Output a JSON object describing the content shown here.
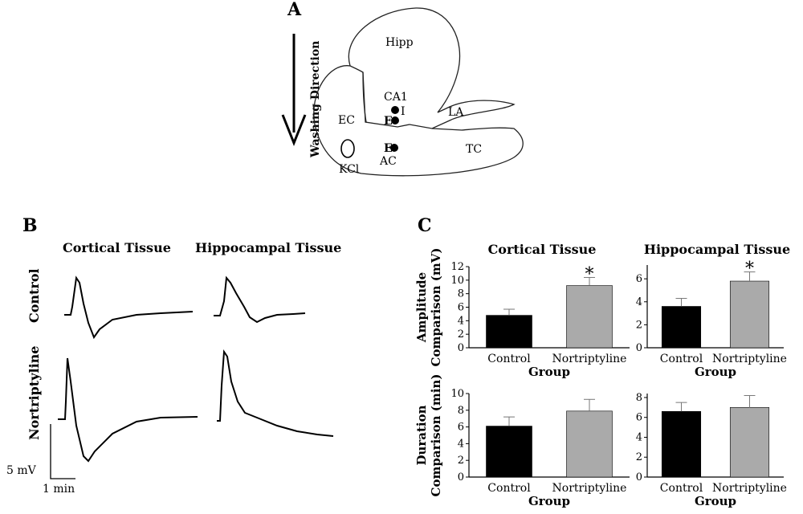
{
  "panel_a": {
    "letter": "A",
    "arrow_label": "Washing Direction",
    "labels": {
      "hipp": "Hipp",
      "ca1": "CA1",
      "i": "I",
      "e_upper": "E",
      "ec": "EC",
      "la": "LA",
      "e_lower": "E",
      "tc": "TC",
      "kcl": "KCl",
      "ac": "AC"
    }
  },
  "panel_b": {
    "letter": "B",
    "col_cortical": "Cortical Tissue",
    "col_hippocampal": "Hippocampal Tissue",
    "row_control": "Control",
    "row_nortriptyline": "Nortriptyline",
    "scale_voltage": "5 mV",
    "scale_time": "1 min"
  },
  "panel_c": {
    "letter": "C"
  },
  "chart_data": [
    {
      "type": "bar",
      "title": "Cortical Tissue",
      "xlabel": "Group",
      "ylabel": "Amplitude Comparison (mV)",
      "categories": [
        "Control",
        "Nortriptyline"
      ],
      "values": [
        4.8,
        9.2
      ],
      "errors": [
        0.9,
        1.2
      ],
      "significance": [
        "",
        "*"
      ],
      "colors": [
        "#000000",
        "#aaaaaa"
      ],
      "ylim": [
        0,
        12
      ],
      "yticks": [
        0,
        2,
        4,
        6,
        8,
        10,
        12
      ]
    },
    {
      "type": "bar",
      "title": "Hippocampal Tissue",
      "xlabel": "Group",
      "ylabel": "",
      "categories": [
        "Control",
        "Nortriptyline"
      ],
      "values": [
        3.6,
        5.8
      ],
      "errors": [
        0.7,
        0.8
      ],
      "significance": [
        "",
        "*"
      ],
      "colors": [
        "#000000",
        "#aaaaaa"
      ],
      "ylim": [
        0,
        7.2
      ],
      "yticks": [
        0,
        2,
        4,
        6
      ]
    },
    {
      "type": "bar",
      "title": "",
      "xlabel": "Group",
      "ylabel": "Duration Comparison (min)",
      "categories": [
        "Control",
        "Nortriptyline"
      ],
      "values": [
        6.1,
        7.9
      ],
      "errors": [
        1.1,
        1.4
      ],
      "significance": [
        "",
        ""
      ],
      "colors": [
        "#000000",
        "#aaaaaa"
      ],
      "ylim": [
        0,
        10
      ],
      "yticks": [
        0,
        2,
        4,
        6,
        8,
        10
      ]
    },
    {
      "type": "bar",
      "title": "",
      "xlabel": "Group",
      "ylabel": "",
      "categories": [
        "Control",
        "Nortriptyline"
      ],
      "values": [
        6.6,
        7.0
      ],
      "errors": [
        0.9,
        1.2
      ],
      "significance": [
        "",
        ""
      ],
      "colors": [
        "#000000",
        "#aaaaaa"
      ],
      "ylim": [
        0,
        8.4
      ],
      "yticks": [
        0,
        2,
        4,
        6,
        8
      ]
    }
  ]
}
